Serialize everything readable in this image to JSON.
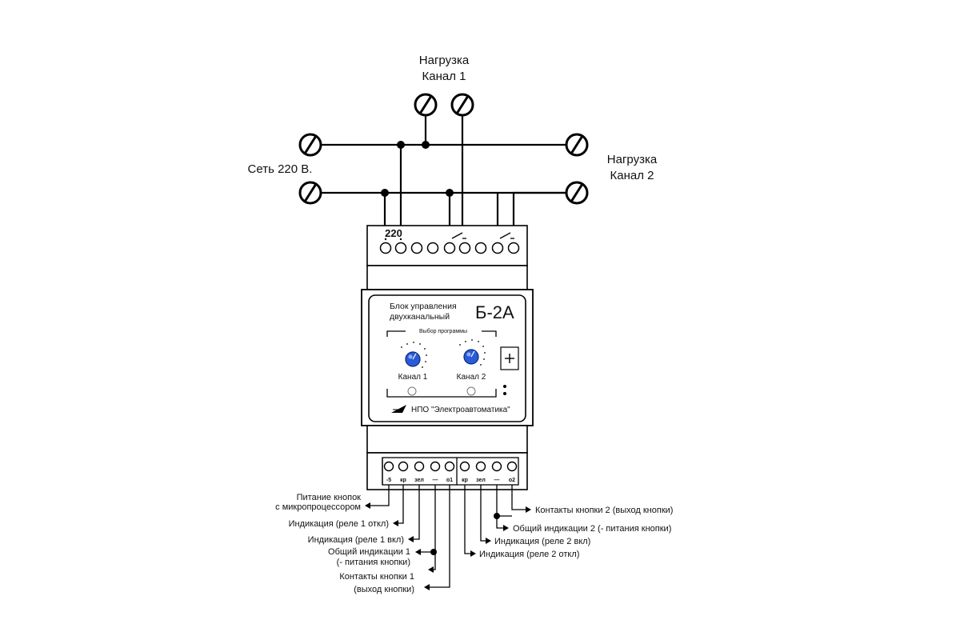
{
  "network": {
    "mains_label": "Сеть 220 В.",
    "load1_label_line1": "Нагрузка",
    "load1_label_line2": "Канал 1",
    "load2_label_line1": "Нагрузка",
    "load2_label_line2": "Канал 2"
  },
  "device": {
    "top_terminal_label": "220",
    "title_line1": "Блок управления",
    "title_line2": "двухканальный",
    "model": "Б-2А",
    "program_select_label": "Выбор программы",
    "channel1_label": "Канал 1",
    "channel2_label": "Канал 2",
    "manufacturer": "НПО \"Электроавтоматика\"",
    "bottom_terminal_labels": [
      "-5",
      "кр",
      "зел",
      "—",
      "о1",
      "кр",
      "зел",
      "—",
      "о2"
    ]
  },
  "connections": {
    "power_buttons_line1": "Питание кнопок",
    "power_buttons_line2": "с микропроцессором",
    "ind_relay1_off": "Индикация (реле 1 откл)",
    "ind_relay1_on": "Индикация (реле 1 вкл)",
    "common1_line1": "Общий индикации 1",
    "common1_line2": "(- питания кнопки)",
    "button1_line1": "Контакты кнопки 1",
    "button1_line2": "(выход кнопки)",
    "button2": "Контакты кнопки 2 (выход кнопки)",
    "common2": "Общий индикации 2 (- питания кнопки)",
    "ind_relay2_on": "Индикация (реле 2 вкл)",
    "ind_relay2_off": "Индикация (реле 2 откл)"
  }
}
